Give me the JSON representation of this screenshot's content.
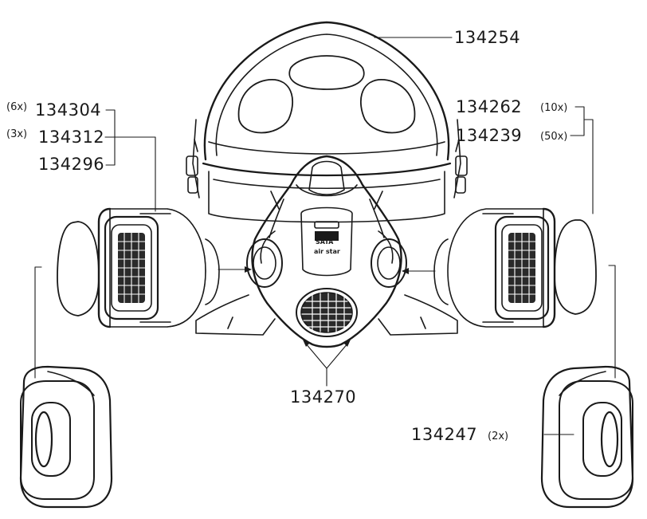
{
  "colors": {
    "ink": "#1a1a1a",
    "paper": "#ffffff",
    "shade": "#7a7a7a"
  },
  "brand": {
    "logo_text": "SATA",
    "product_text": "air star"
  },
  "callouts": {
    "headband": {
      "part_no": "134254"
    },
    "left_group": [
      {
        "qty": "(6x)",
        "part_no": "134304"
      },
      {
        "qty": "(3x)",
        "part_no": "134312"
      },
      {
        "qty": "",
        "part_no": "134296"
      }
    ],
    "right_group": [
      {
        "part_no": "134262",
        "qty": "(10x)"
      },
      {
        "part_no": "134239",
        "qty": "(50x)"
      }
    ],
    "valves": {
      "part_no": "134270"
    },
    "retainer": {
      "part_no": "134247",
      "qty": "(2x)"
    }
  }
}
